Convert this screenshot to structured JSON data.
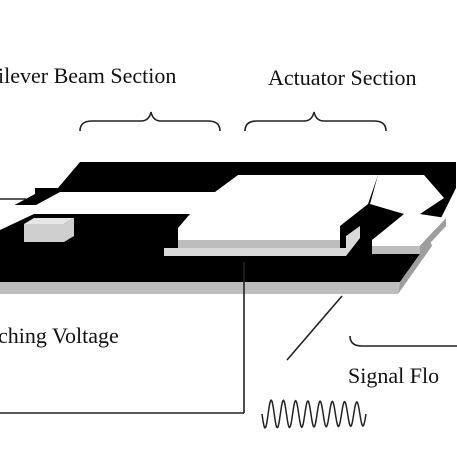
{
  "diagram": {
    "labels": {
      "cantilever_section": "ilever Beam Section",
      "actuator_section": "Actuator Section",
      "actuation_voltage": "ching Voltage",
      "signal_flow": "Signal Flo"
    },
    "colors": {
      "substrate": "#000000",
      "electrode": "#ffffff",
      "shadow": "#bdbdbd",
      "line": "#222222"
    }
  }
}
